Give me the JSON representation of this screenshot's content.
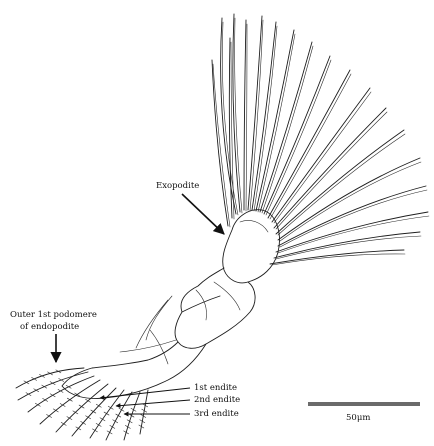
{
  "labels": {
    "exopodite": "Exopodite",
    "outer_podomere_line1": "Outer 1st podomere",
    "outer_podomere_line2": "of endopodite",
    "endite_1": "1st endite",
    "endite_2": "2nd endite",
    "endite_3": "3rd endite"
  },
  "scale_bar": {
    "label": "50μm"
  },
  "colors": {
    "ink": "#1e1e1e",
    "scale_bar": "#6b6b6b",
    "background": "#ffffff"
  }
}
